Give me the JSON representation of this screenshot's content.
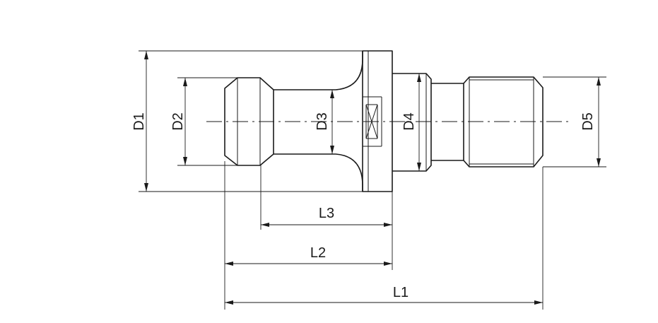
{
  "labels": {
    "d1": "D1",
    "d2": "D2",
    "d3": "D3",
    "d4": "D4",
    "d5": "D5",
    "l1": "L1",
    "l2": "L2",
    "l3": "L3"
  },
  "colors": {
    "line": "#1a1a1a",
    "background": "#ffffff"
  }
}
